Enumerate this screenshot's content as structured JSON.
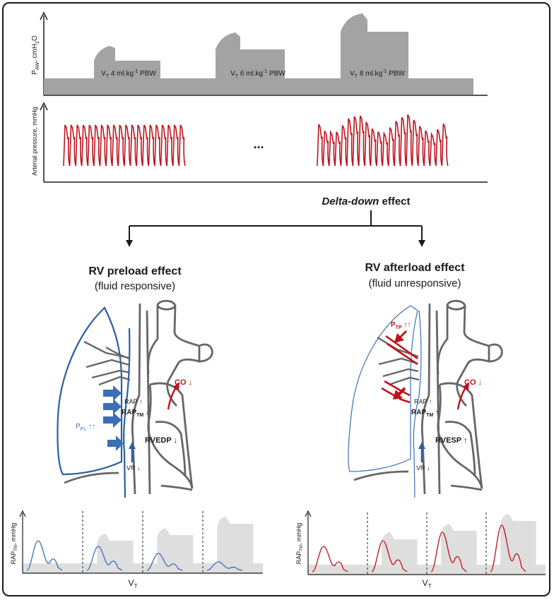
{
  "top_panel": {
    "y_label_p": "P",
    "y_label_p_sub": "AW",
    "y_label_rest": ", cmH",
    "y_label_h2o_sub": "2",
    "y_label_o": "O",
    "breaths": [
      {
        "vt": "V",
        "vt_sub": "T",
        "text": " 4 ml.kg",
        "sup": "-1",
        "unit": " PBW"
      },
      {
        "vt": "V",
        "vt_sub": "T",
        "text": " 6 ml.kg",
        "sup": "-1",
        "unit": " PBW"
      },
      {
        "vt": "V",
        "vt_sub": "T",
        "text": " 8 ml.kg",
        "sup": "-1",
        "unit": " PBW"
      }
    ]
  },
  "arterial_panel": {
    "y_label": "Arterial pressure, mmHg",
    "ellipsis": "..."
  },
  "delta_down": {
    "italic": "Delta-down",
    "rest": " effect"
  },
  "left_branch": {
    "title": "RV preload effect",
    "subtitle": "(fluid responsive)",
    "ppl": "P",
    "ppl_sub": "PL",
    "ppl_arrows": " ↑↑",
    "co": "CO ↓",
    "rap": "RAP ↑",
    "raptm": "RAP",
    "raptm_sub": "TM",
    "raptm_arrow": " ↓",
    "rv": "RVEDP ↓",
    "vr": "VR ↓"
  },
  "right_branch": {
    "title": "RV afterload effect",
    "subtitle": "(fluid unresponsive)",
    "ptp": "P",
    "ptp_sub": "TP",
    "ptp_arrows": " ↑↑",
    "co": "CO ↓",
    "rap": "RAP ↑",
    "raptm": "RAP",
    "raptm_sub": "TM",
    "raptm_arrow": " ↑",
    "rv": "RVESP ↑",
    "vr": "VR ↓"
  },
  "bottom_left": {
    "y_label_a": "RAP",
    "y_label_sub": "TM",
    "y_label_b": ", mmHg",
    "x_label": "V",
    "x_label_sub": "T"
  },
  "bottom_right": {
    "y_label_a": "RAP",
    "y_label_sub": "TM",
    "y_label_b": ", mmHg",
    "x_label": "V",
    "x_label_sub": "T"
  },
  "colors": {
    "blue": "#3a6fb5",
    "red": "#c0121c",
    "gray": "#a3a3a3",
    "light_gray": "#dedede",
    "dark_gray": "#555555"
  }
}
